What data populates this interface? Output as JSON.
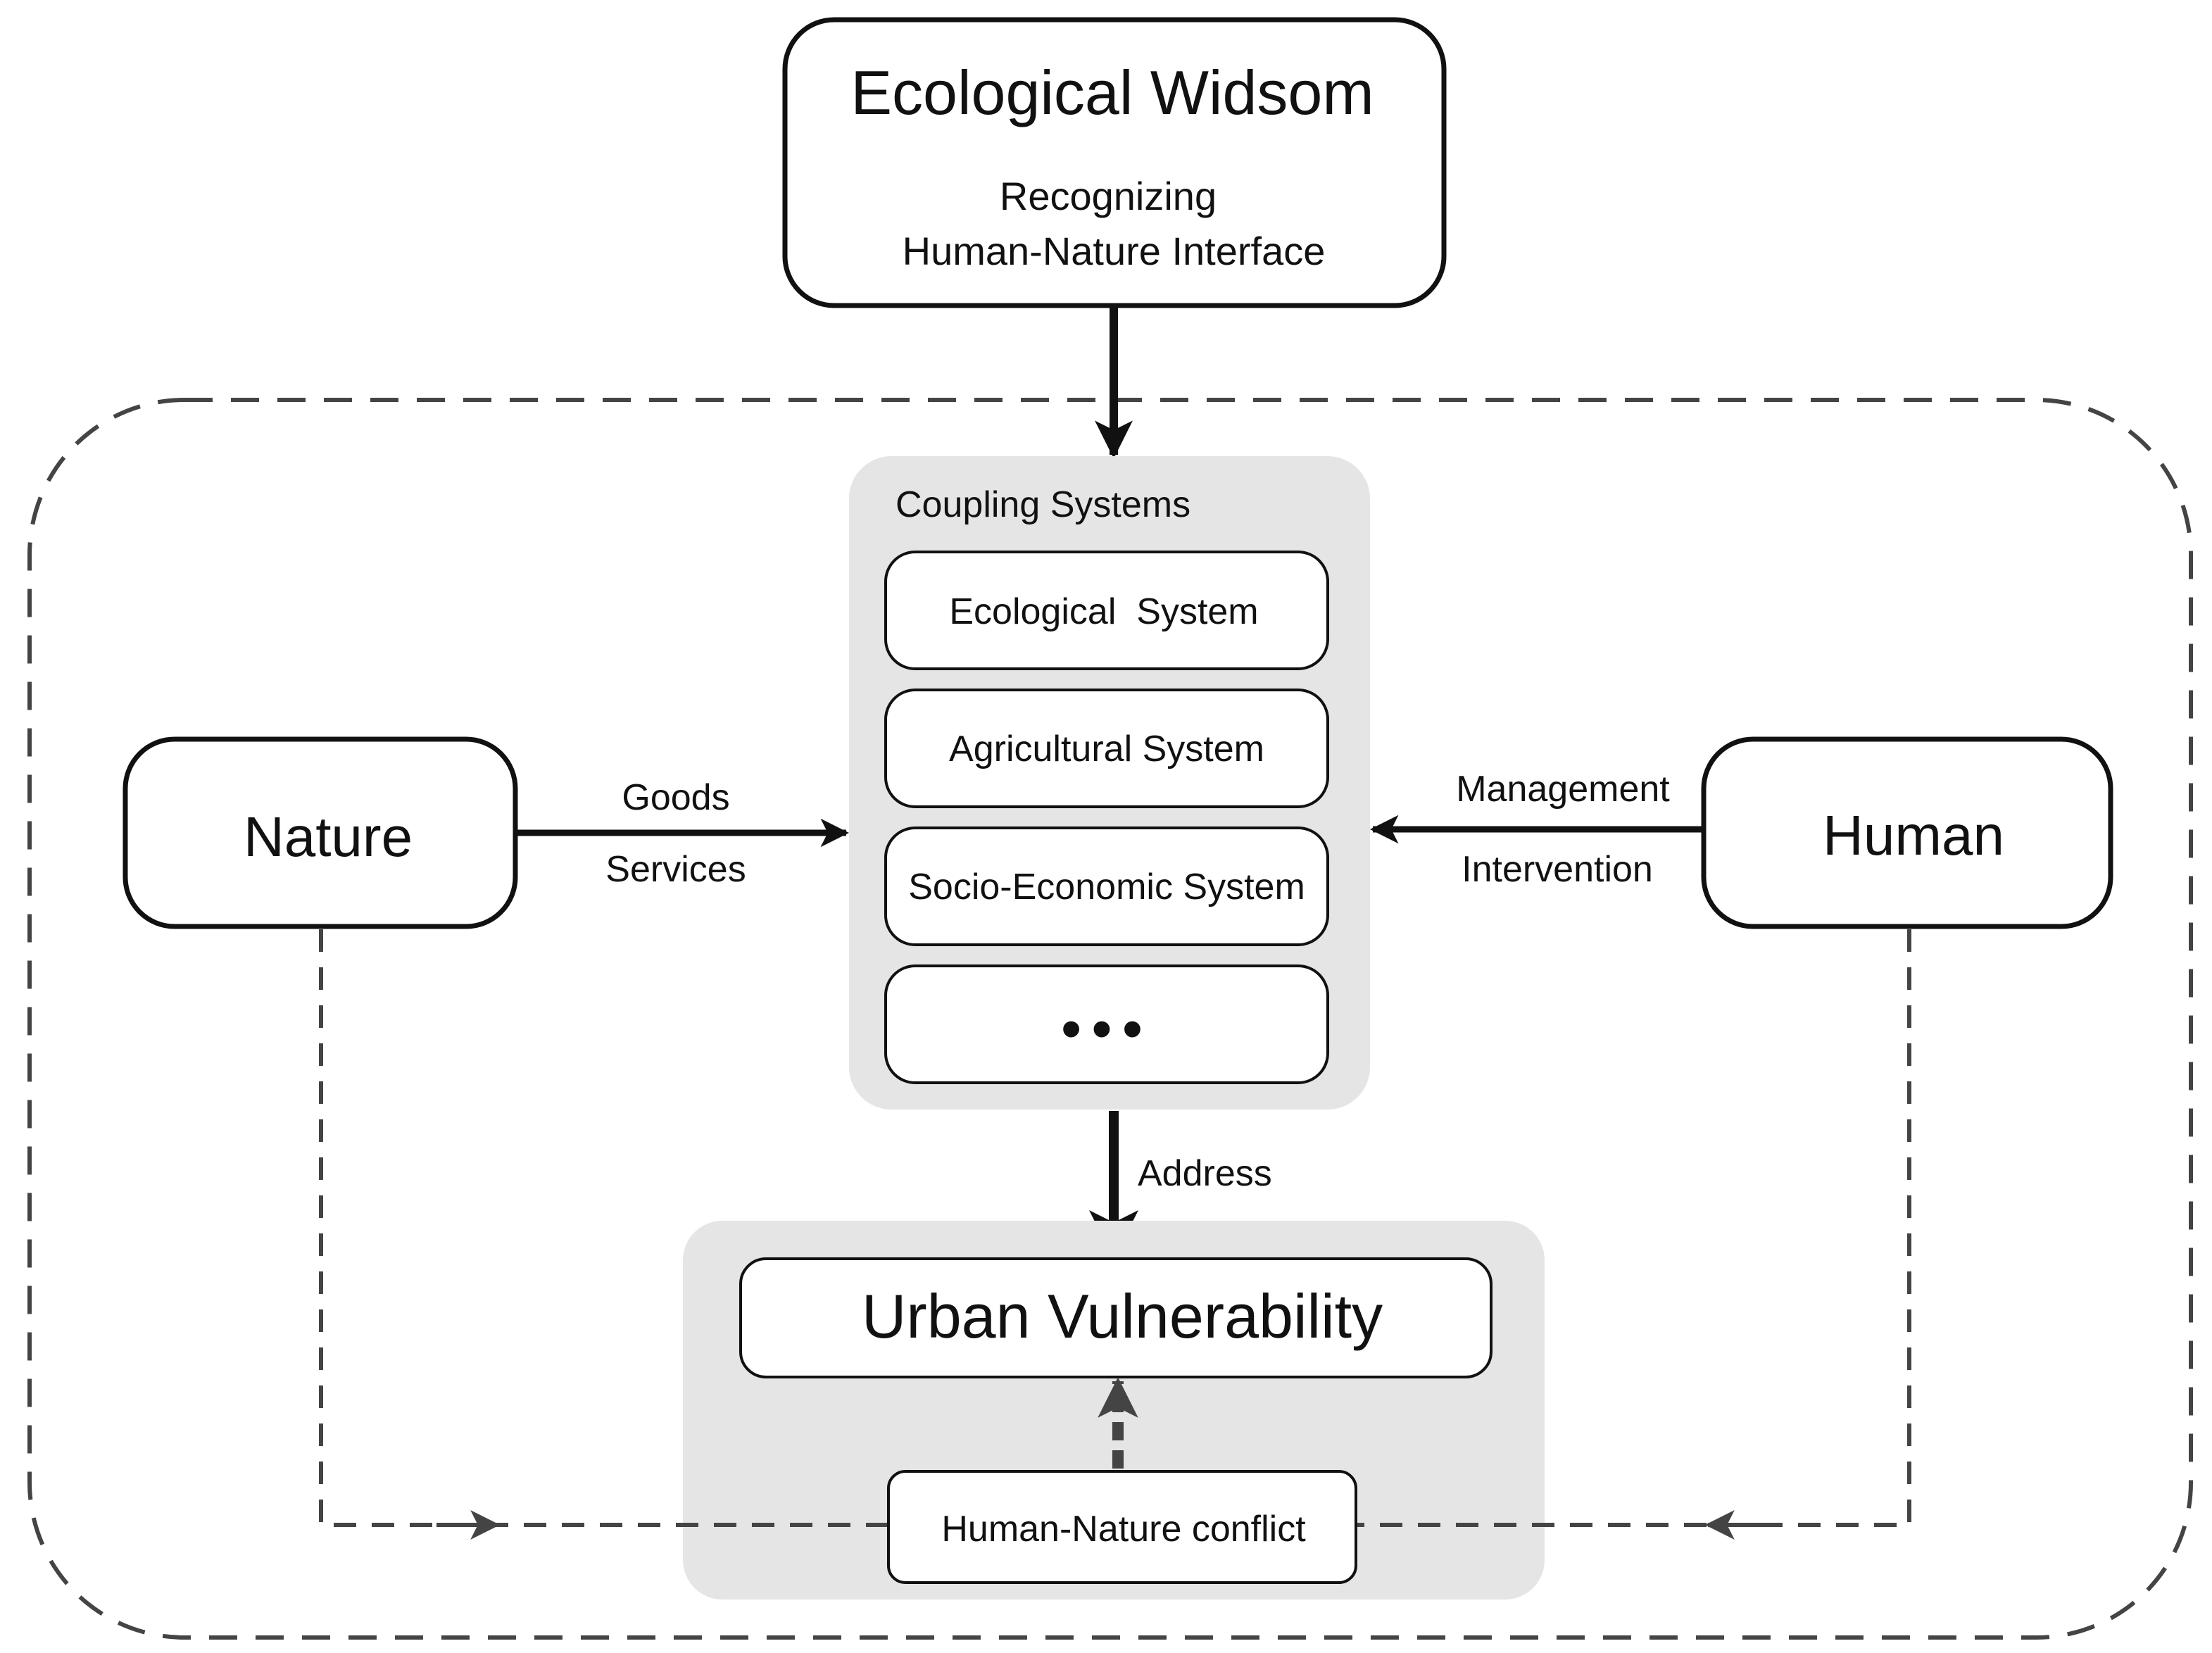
{
  "top_box": {
    "title": "Ecological Widsom",
    "subtitle_line1": "Recognizing",
    "subtitle_line2": "Human-Nature Interface"
  },
  "coupling": {
    "label": "Coupling Systems",
    "items": [
      "Ecological  System",
      "Agricultural System",
      "Socio-Economic System"
    ],
    "more": "•••"
  },
  "nature": {
    "label": "Nature"
  },
  "human": {
    "label": "Human"
  },
  "edges": {
    "nature_to_coupling": [
      "Goods",
      "Services"
    ],
    "human_to_coupling": [
      "Management",
      "Intervention"
    ],
    "coupling_to_urban": "Address"
  },
  "urban": {
    "label": "Urban Vulnerability"
  },
  "conflict": {
    "label": "Human-Nature conflict"
  },
  "colors": {
    "stroke": "#111111",
    "dashed": "#444444",
    "panel_fill": "#e5e5e5",
    "box_fill": "#ffffff"
  }
}
